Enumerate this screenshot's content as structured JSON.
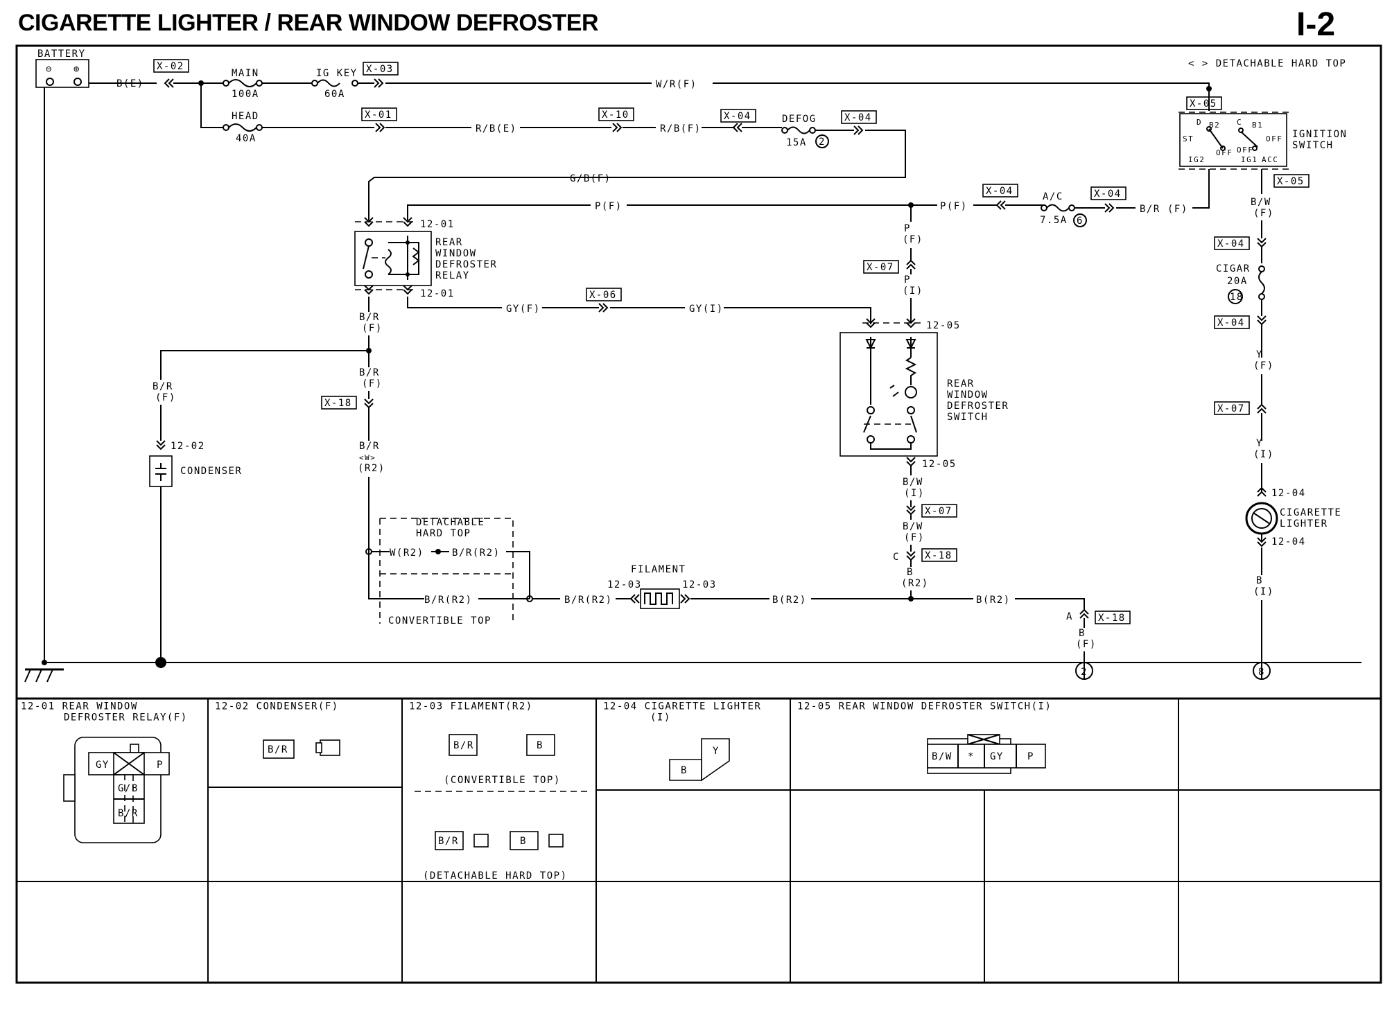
{
  "title": "CIGARETTE LIGHTER / REAR WINDOW DEFROSTER",
  "page_number": "I-2",
  "legend_note": "< > DETACHABLE HARD TOP",
  "components": {
    "battery": "BATTERY",
    "battery_neg": "⊖",
    "battery_pos": "⊕",
    "main_fuse": "MAIN",
    "main_rating": "100A",
    "igkey_fuse": "IG KEY",
    "igkey_rating": "60A",
    "head_fuse": "HEAD",
    "head_rating": "40A",
    "defog_fuse": "DEFOG",
    "defog_rating": "15A",
    "defog_num": "2",
    "ac_fuse": "A/C",
    "ac_rating": "7.5A",
    "ac_num": "6",
    "cigar_fuse": "CIGAR",
    "cigar_rating": "20A",
    "cigar_num": "18",
    "ignition_switch": [
      "IGNITION",
      "SWITCH"
    ],
    "ign_terms": {
      "st": "ST",
      "d": "D",
      "b2": "B2",
      "c": "C",
      "b1": "B1",
      "off": "OFF",
      "off2": "OFF",
      "off3": "OFF",
      "ig2": "IG2",
      "ig1": "IG1",
      "acc": "ACC"
    },
    "relay": [
      "REAR",
      "WINDOW",
      "DEFROSTER",
      "RELAY"
    ],
    "defroster_switch": [
      "REAR",
      "WINDOW",
      "DEFROSTER",
      "SWITCH"
    ],
    "condenser": "CONDENSER",
    "filament": "FILAMENT",
    "cigarette_lighter": [
      "CIGARETTE",
      "LIGHTER"
    ],
    "detachable_hard_top": [
      "DETACHABLE",
      "HARD TOP"
    ],
    "convertible_top": "CONVERTIBLE TOP",
    "ground_2": "2",
    "ground_8": "8"
  },
  "connectors": {
    "x02": "X-02",
    "x03": "X-03",
    "x01": "X-01",
    "x10": "X-10",
    "x04": "X-04",
    "x05": "X-05",
    "x06": "X-06",
    "x07": "X-07",
    "x18": "X-18",
    "c1201": "12-01",
    "c1202": "12-02",
    "c1203": "12-03",
    "c1204": "12-04",
    "c1205": "12-05",
    "pin_a": "A",
    "pin_c": "C"
  },
  "wires": {
    "be": "B(E)",
    "wrf": "W/R(F)",
    "rbe": "R/B(E)",
    "rbf": "R/B(F)",
    "gbf": "G/B(F)",
    "pf": "P(F)",
    "p": "P",
    "f": "(F)",
    "i": "(I)",
    "br": "B/R",
    "brf": "B/R(F)",
    "gyf": "GY(F)",
    "gyi": "GY(I)",
    "bw": "B/W",
    "w": "<W>",
    "r2": "(R2)",
    "wr2": "W(R2)",
    "br_r2": "B/R(R2)",
    "b_r2": "B(R2)",
    "b": "B",
    "y": "Y"
  },
  "connector_table": [
    {
      "id": "12-01",
      "label": "12-01 REAR WINDOW",
      "label2": "DEFROSTER RELAY(F)",
      "pins": [
        "GY",
        "P",
        "G/B",
        "B/R"
      ]
    },
    {
      "id": "12-02",
      "label": "12-02 CONDENSER(F)",
      "pins": [
        "B/R"
      ]
    },
    {
      "id": "12-03",
      "label": "12-03 FILAMENT(R2)",
      "pins": [
        "B/R",
        "B"
      ],
      "sub1": "(CONVERTIBLE TOP)",
      "pins2": [
        "B/R",
        "B"
      ],
      "sub2": "(DETACHABLE HARD TOP)"
    },
    {
      "id": "12-04",
      "label": "12-04 CIGARETTE LIGHTER",
      "label2": "(I)",
      "pins": [
        "Y",
        "B"
      ]
    },
    {
      "id": "12-05",
      "label": "12-05 REAR WINDOW DEFROSTER SWITCH(I)",
      "pins": [
        "B/W",
        "*",
        "GY",
        "P"
      ]
    }
  ]
}
